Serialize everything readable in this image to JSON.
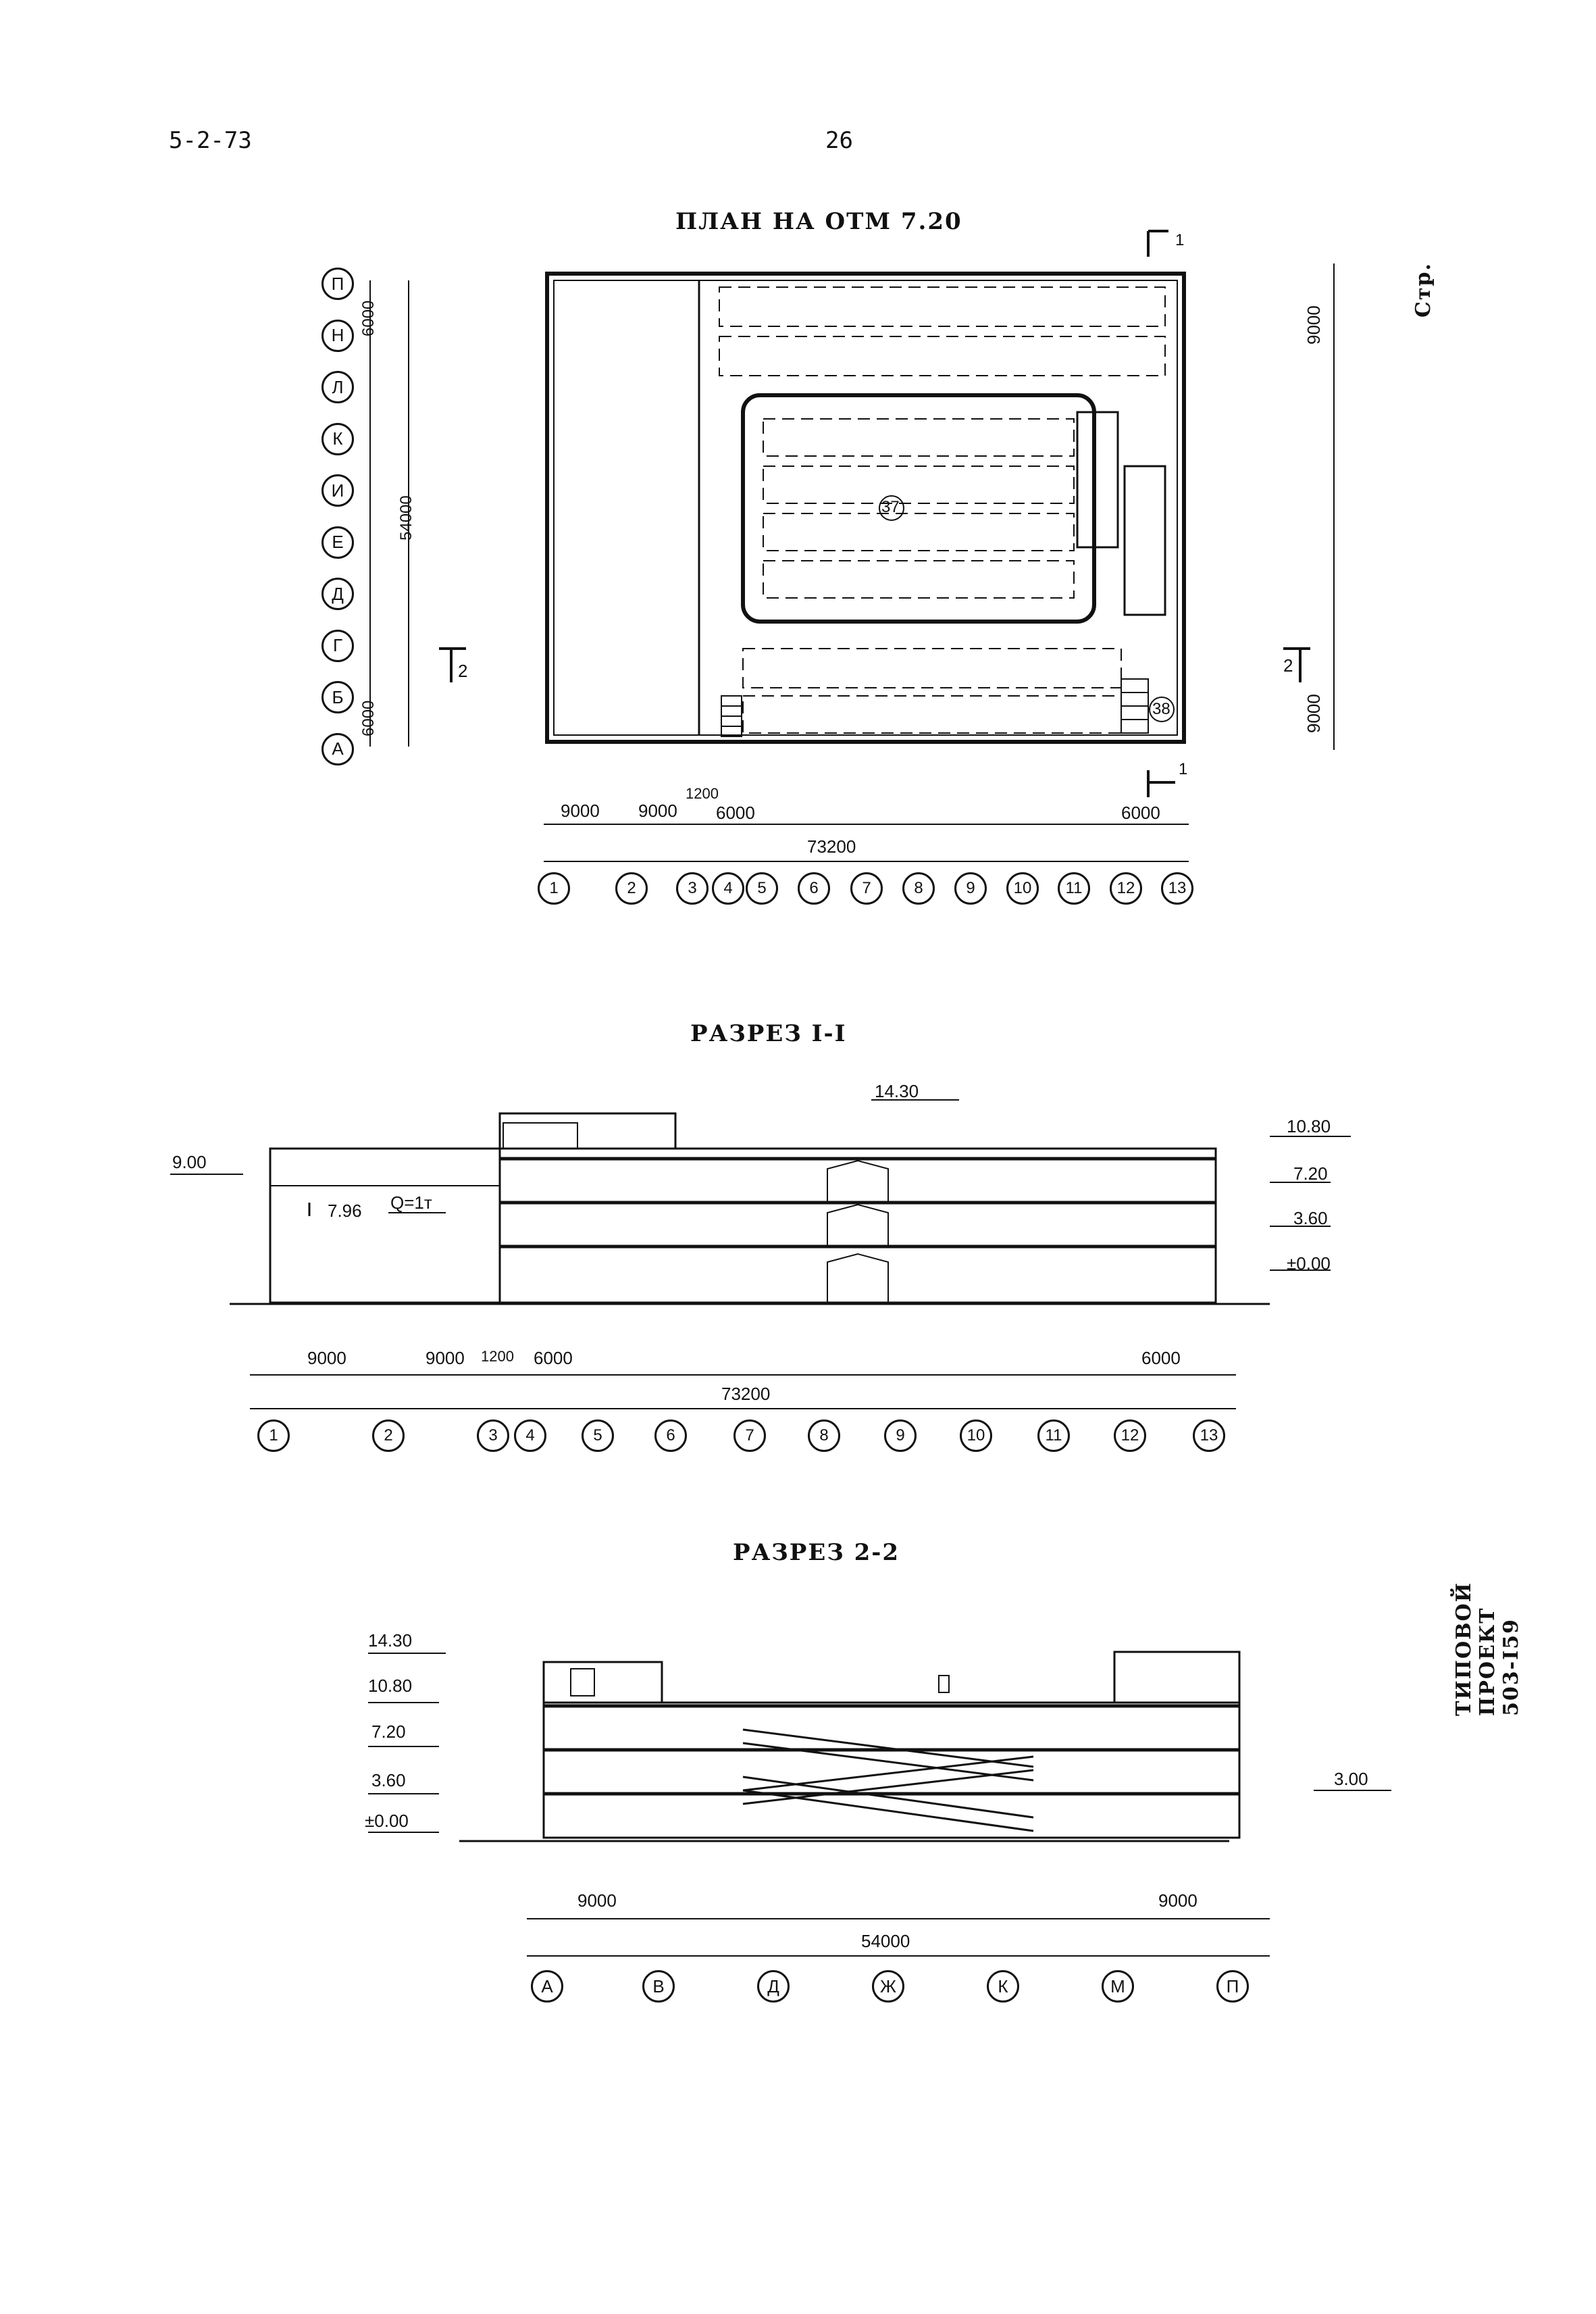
{
  "header": {
    "doc_code": "5-2-73",
    "page_number": "26"
  },
  "sidebar": {
    "page_label": "Стр.",
    "project_label": "ТИПОВОЙ ПРОЕКТ 503-I59"
  },
  "plan": {
    "title": "ПЛАН НА ОТМ 7.20",
    "row_axes": [
      "П",
      "Н",
      "Л",
      "К",
      "И",
      "Е",
      "Д",
      "Г",
      "Б",
      "А"
    ],
    "left_dims": {
      "top": "6000",
      "total": "54000",
      "bottom": "6000",
      "ditto": "\""
    },
    "right_dims": {
      "top": "9000",
      "bottom": "9000",
      "ditto": "\""
    },
    "col_axes": [
      "1",
      "2",
      "3",
      "4",
      "5",
      "6",
      "7",
      "8",
      "9",
      "10",
      "11",
      "12",
      "13"
    ],
    "bottom_dims": {
      "d1": "9000",
      "d2": "9000",
      "d3": "1200",
      "d4": "6000",
      "ditto": "\"",
      "d_last": "6000",
      "total": "73200"
    },
    "section_marks": {
      "s1": "1",
      "s2": "2"
    },
    "callouts": {
      "ramp": "37",
      "stair": "38"
    }
  },
  "section1": {
    "title": "РАЗРЕЗ I-I",
    "levels": [
      "14.30",
      "10.80",
      "7.20",
      "3.60",
      "±0.00"
    ],
    "left_level": "9.00",
    "crane": {
      "height": "7.96",
      "capacity": "Q=1т"
    },
    "col_axes": [
      "1",
      "2",
      "3",
      "4",
      "5",
      "6",
      "7",
      "8",
      "9",
      "10",
      "11",
      "12",
      "13"
    ],
    "dims": {
      "d1": "9000",
      "d2": "9000",
      "d3": "1200",
      "d4": "6000",
      "ditto": "\"",
      "d_last": "6000",
      "total": "73200"
    }
  },
  "section2": {
    "title": "РАЗРЕЗ 2-2",
    "levels": [
      "14.30",
      "10.80",
      "7.20",
      "3.60",
      "±0.00"
    ],
    "right_level": "3.00",
    "row_axes": [
      "А",
      "В",
      "Д",
      "Ж",
      "К",
      "М",
      "П"
    ],
    "dims": {
      "first": "9000",
      "last": "9000",
      "ditto": "\"",
      "total": "54000"
    }
  }
}
